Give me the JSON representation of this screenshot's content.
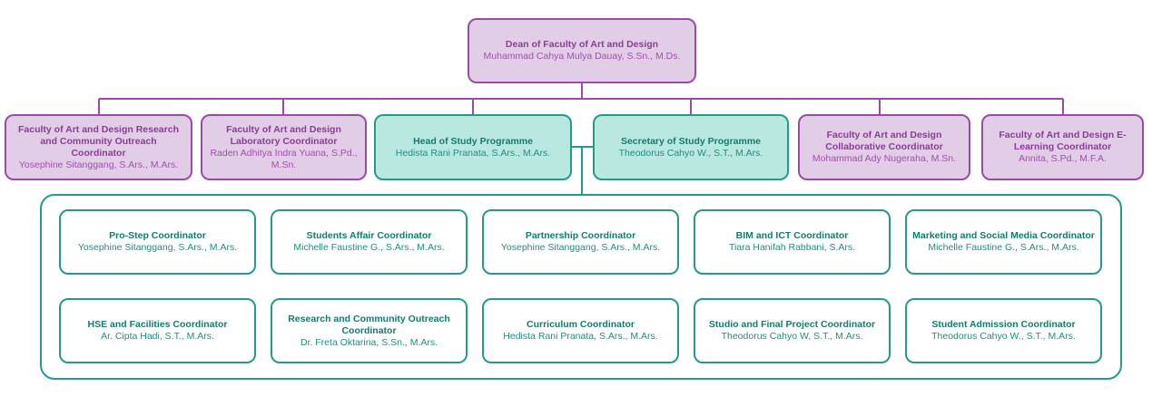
{
  "dean": {
    "title": "Dean of Faculty of Art and Design",
    "name": "Muhammad Cahya Mulya Dauay, S.Sn., M.Ds."
  },
  "row1": [
    {
      "key": "research",
      "title": "Faculty of Art and Design Research and Community Outreach Coordinator",
      "name": "Yosephine Sitanggang, S.Ars., M.Ars."
    },
    {
      "key": "lab",
      "title": "Faculty of Art and Design Laboratory Coordinator",
      "name": "Raden Adhitya Indra Yuana, S.Pd., M.Sn."
    },
    {
      "key": "head",
      "title": "Head of Study Programme",
      "name": "Hedista Rani Pranata, S.Ars., M.Ars."
    },
    {
      "key": "secretary",
      "title": "Secretary of Study Programme",
      "name": "Theodorus Cahyo W., S.T., M.Ars."
    },
    {
      "key": "collab",
      "title": "Faculty of Art and Design Collaborative Coordinator",
      "name": "Mohammad Ady Nugeraha, M.Sn."
    },
    {
      "key": "elearning",
      "title": "Faculty of Art and Design E-Learning Coordinator",
      "name": "Annita, S.Pd., M.F.A."
    }
  ],
  "coordinators": [
    {
      "title": "Pro-Step Coordinator",
      "name": "Yosephine Sitanggang, S.Ars., M.Ars."
    },
    {
      "title": "Students Affair Coordinator",
      "name": "Michelle Faustine G., S.Ars., M.Ars."
    },
    {
      "title": "Partnership Coordinator",
      "name": "Yosephine Sitanggang, S.Ars., M.Ars."
    },
    {
      "title": "BIM and ICT Coordinator",
      "name": "Tiara Hanifah Rabbani, S.Ars."
    },
    {
      "title": "Marketing and Social Media Coordinator",
      "name": "Michelle Faustine G., S.Ars., M.Ars."
    },
    {
      "title": "HSE and Facilities Coordinator",
      "name": "Ar. Cipta Hadi, S.T., M.Ars."
    },
    {
      "title": "Research and Community Outreach Coordinator",
      "name": "Dr. Freta Oktarina, S.Sn., M.Ars."
    },
    {
      "title": "Curriculum Coordinator",
      "name": "Hedista Rani Pranata, S.Ars., M.Ars."
    },
    {
      "title": "Studio and Final Project Coordinator",
      "name": "Theodorus Cahyo W, S.T., M.Ars."
    },
    {
      "title": "Student Admission Coordinator",
      "name": "Theodorus Cahyo W., S.T., M.Ars."
    }
  ],
  "colors": {
    "purple_fill": "#e2cde6",
    "purple_stroke": "#9a4ba5",
    "teal_fill": "#b9e8e0",
    "teal_stroke": "#259a8a"
  }
}
